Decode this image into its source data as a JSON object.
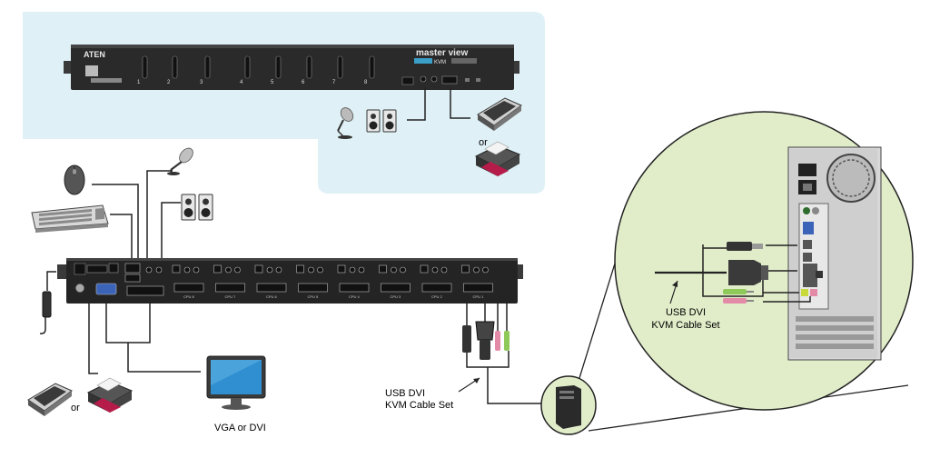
{
  "front_panel": {
    "brand": "ATEN",
    "series": "master view",
    "kvm": "KVM",
    "port_numbers": [
      "1",
      "2",
      "3",
      "4",
      "5",
      "6",
      "7",
      "8"
    ]
  },
  "rear_panel": {
    "cpu_ports": [
      "CPU 8",
      "CPU 7",
      "CPU 6",
      "CPU 5",
      "CPU 4",
      "CPU 3",
      "CPU 2",
      "CPU 1"
    ]
  },
  "labels": {
    "or_console": "or",
    "or_front": "or",
    "monitor": "VGA or DVI",
    "cable_set_line1": "USB DVI",
    "cable_set_line2": "KVM Cable Set",
    "zoom_cable_line1": "USB DVI",
    "zoom_cable_line2": "KVM Cable Set"
  },
  "icons": [
    "microphone-icon",
    "speakers-icon",
    "mouse-icon",
    "keyboard-icon",
    "scanner-icon",
    "printer-icon",
    "monitor-icon",
    "power-adapter-icon",
    "computer-tower-icon"
  ],
  "colors": {
    "panel_bg": "#dff1f6",
    "zoom_bg": "#e1edc9",
    "switch_body": "#2b2b2b",
    "mic_pink": "#e38aa7",
    "spk_green": "#8fc95a"
  }
}
